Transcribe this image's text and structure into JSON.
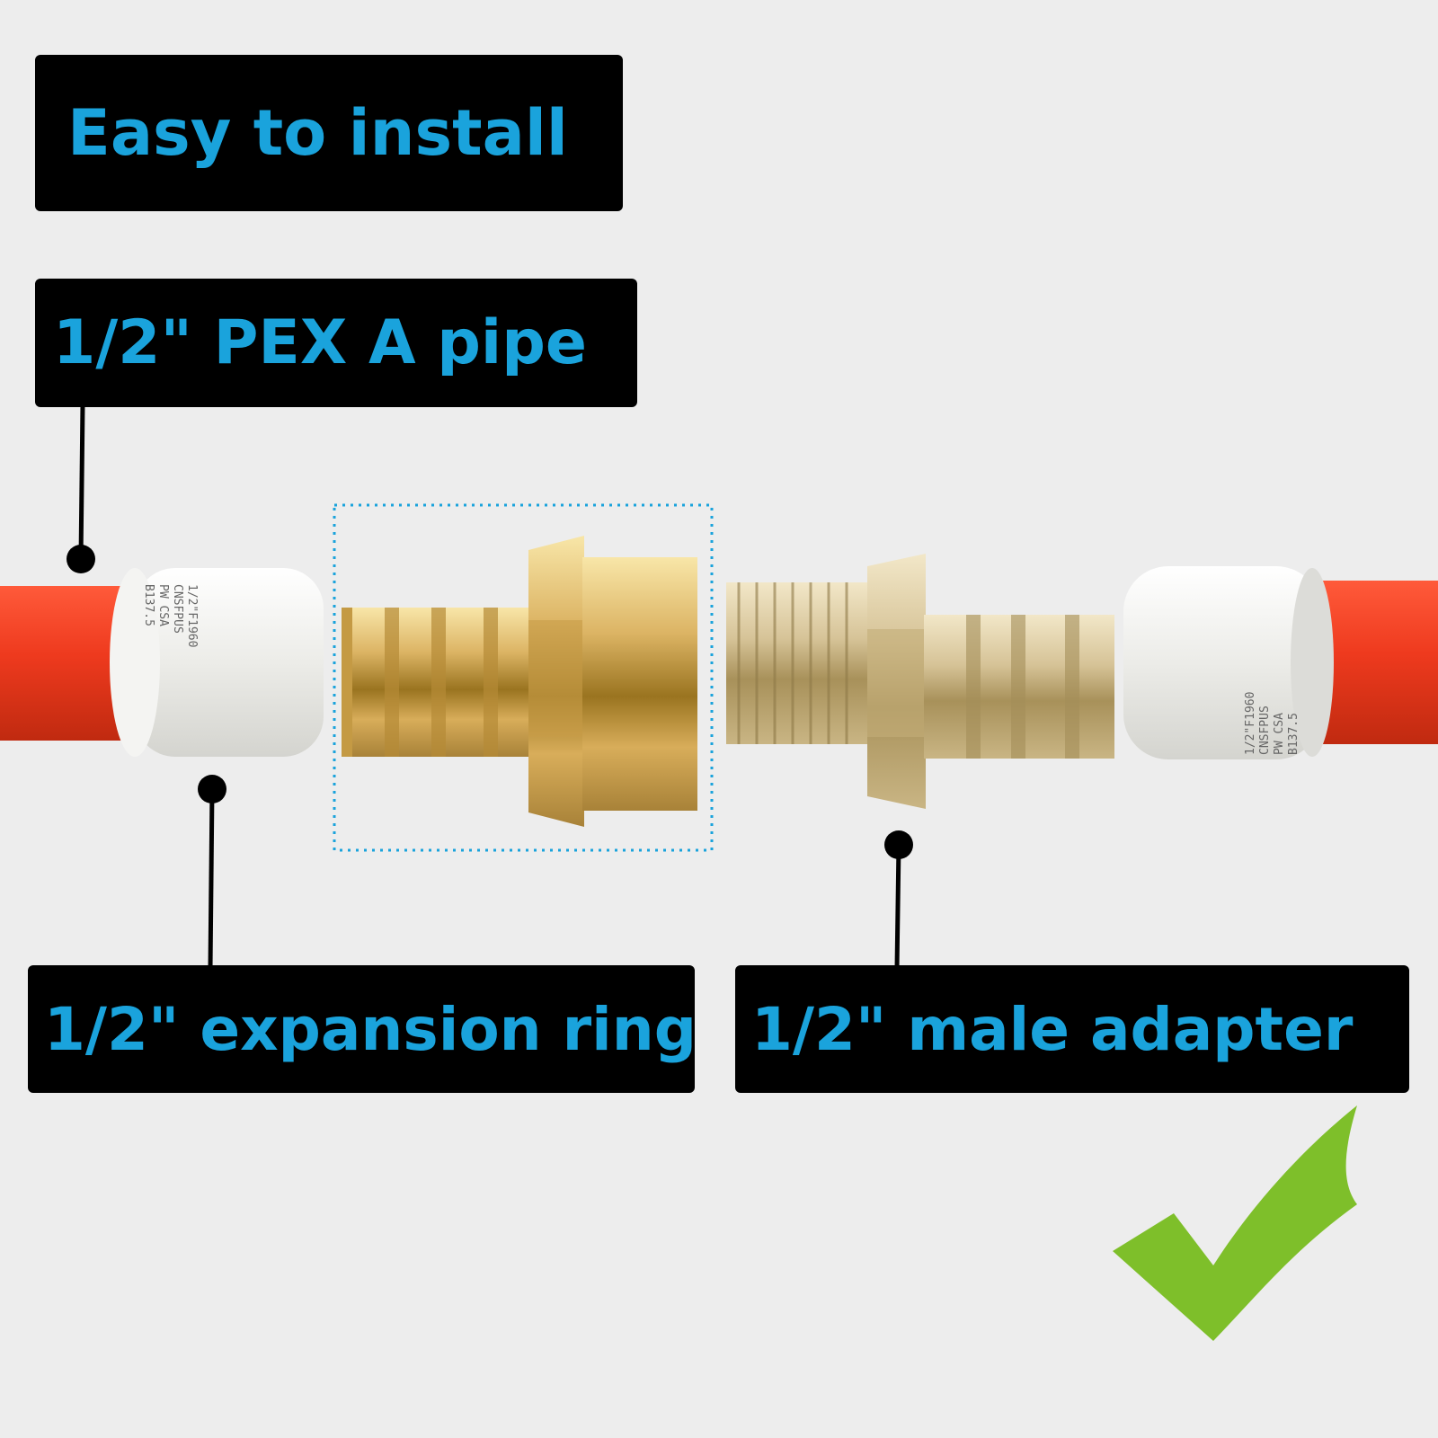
{
  "labels": {
    "title": "Easy to install",
    "pipe": "1/2\" PEX A pipe",
    "ring": "1/2\" expansion ring",
    "adapter": "1/2\" male adapter"
  },
  "ring_marking": [
    "1/2\"F1960",
    "CNSFPUS",
    "PW CSA",
    "B137.5"
  ],
  "colors": {
    "label_background": "#000000",
    "label_text": "#1aa3dc",
    "pipe": "#ee3a1e",
    "ring": "#e8e8e6",
    "brass": "#d9b25c",
    "checkmark": "#7ebf2a",
    "dotted_outline": "#1aa3dc"
  }
}
